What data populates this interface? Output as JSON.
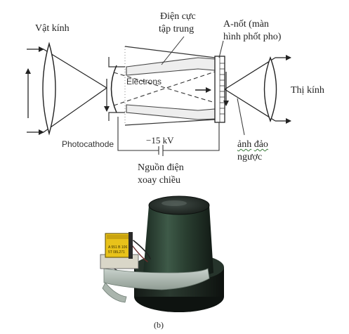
{
  "labels": {
    "objective": "Vật kính",
    "focusing_electrode_line1": "Điện cực",
    "focusing_electrode_line2": "tập trung",
    "anode_line1": "A-nốt (màn",
    "anode_line2": "hình phốt pho)",
    "electrons": "Electrons",
    "eyepiece": "Thị kính",
    "photocathode": "Photocathode",
    "voltage": "−15 kV",
    "inverted_image_word1": "ảnh",
    "inverted_image_word2": "đảo",
    "inverted_image_line2": "ngược",
    "power_source_line1": "Nguồn điện",
    "power_source_line2": "xoay chiều"
  },
  "photo": {
    "tag_line1": "A 551 B 106",
    "tag_line2": "5T 08L271"
  },
  "caption": "(b)"
}
